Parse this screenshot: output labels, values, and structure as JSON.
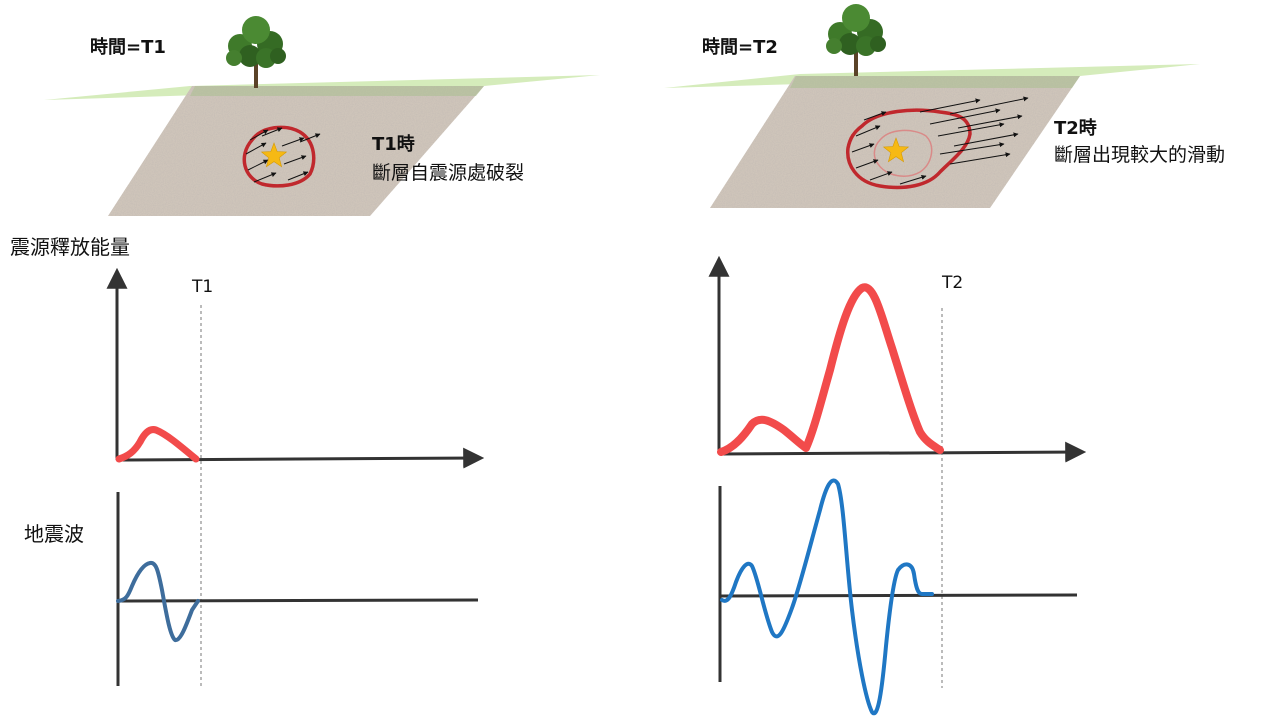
{
  "panels": [
    {
      "time_title": "時間=T1",
      "desc_title": "T1時",
      "desc_body": "斷層自震源處破裂",
      "t_marker": "T1"
    },
    {
      "time_title": "時間=T2",
      "desc_title": "T2時",
      "desc_body": "斷層出現較大的滑動",
      "t_marker": "T2"
    }
  ],
  "axis_labels": {
    "energy": "震源釋放能量",
    "wave": "地震波"
  },
  "colors": {
    "energy_curve": "#f24b4b",
    "wave_curve": "#1f77c4",
    "wave_curve_t1": "#3e6d9c",
    "rupture_outline": "#c0282d",
    "star": "#f6b914",
    "grass": "#d5ecbb",
    "ground": "#c9beb3",
    "axis": "#333333"
  },
  "icons": [
    "tree-icon",
    "star-icon"
  ]
}
